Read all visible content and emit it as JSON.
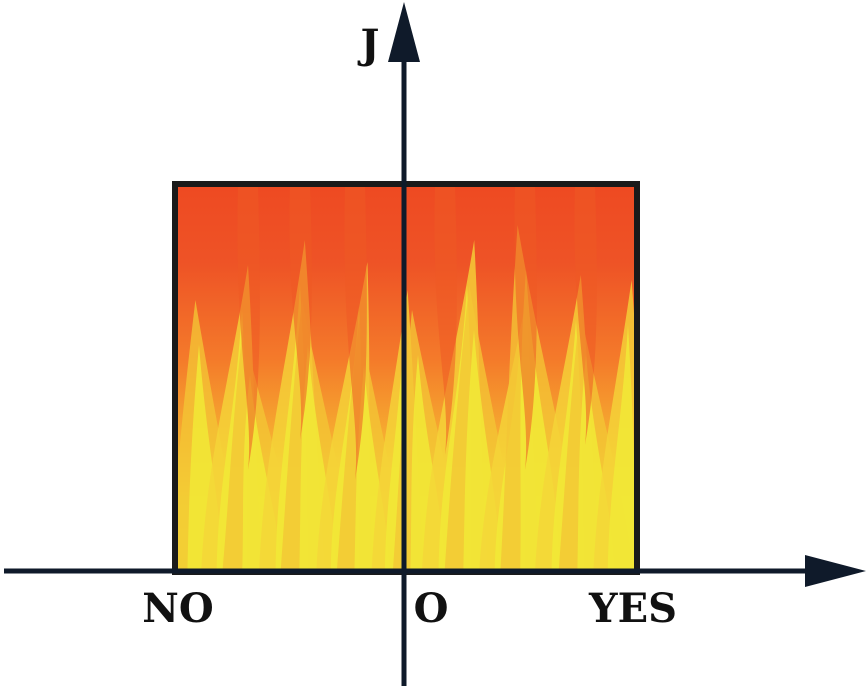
{
  "labels": {
    "y_axis": "J",
    "origin": "O",
    "left": "NO",
    "right": "YES"
  },
  "colors": {
    "background": "#ffffff",
    "axis": "#0f1a2a",
    "box_border": "#1a1a1a",
    "fire_red": "#ee4a22",
    "fire_orange": "#f5822a",
    "fire_yellow": "#f2ea33",
    "fire_green_tint": "#d8e63a"
  }
}
